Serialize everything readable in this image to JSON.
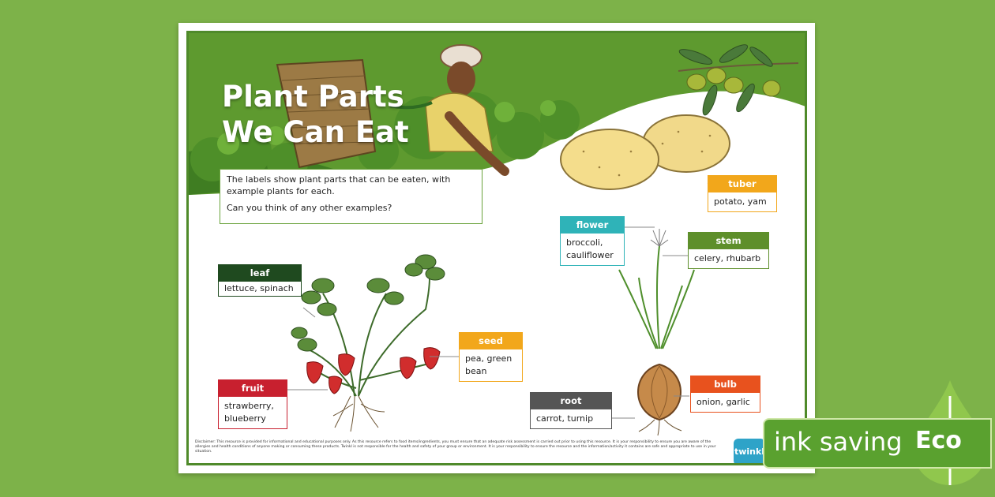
{
  "poster": {
    "title_line1": "Plant Parts",
    "title_line2": "We Can Eat",
    "info_line1": "The labels show plant parts that can be eaten, with example plants for each.",
    "info_line2": "Can you think of any other examples?",
    "disclaimer": "Disclaimer: This resource is provided for informational and educational purposes only. As this resource refers to food items/ingredients, you must ensure that an adequate risk assessment is carried out prior to using this resource. It is your responsibility to ensure you are aware of the allergies and health conditions of anyone making or consuming these products. Twinkl is not responsible for the health and safety of your group or environment. It is your responsibility to ensure the resource and the information/activity it contains are safe and appropriate to use in your situation."
  },
  "labels": {
    "leaf": {
      "title": "leaf",
      "body": "lettuce, spinach",
      "color": "#1f4a1f"
    },
    "fruit": {
      "title": "fruit",
      "body_line1": "strawberry,",
      "body_line2": "blueberry",
      "color": "#c8202f"
    },
    "seed": {
      "title": "seed",
      "body_line1": "pea, green",
      "body_line2": "bean",
      "color": "#f2a71b"
    },
    "tuber": {
      "title": "tuber",
      "body": "potato, yam",
      "color": "#f2a71b"
    },
    "flower": {
      "title": "flower",
      "body_line1": "broccoli,",
      "body_line2": "cauliflower",
      "color": "#2fb3b8"
    },
    "stem": {
      "title": "stem",
      "body": "celery, rhubarb",
      "color": "#5e8f2b"
    },
    "root": {
      "title": "root",
      "body": "carrot, turnip",
      "color": "#555555"
    },
    "bulb": {
      "title": "bulb",
      "body": "onion, garlic",
      "color": "#e8521e"
    }
  },
  "brand": {
    "logo_text": "twinkl",
    "eco_text": "ink saving",
    "eco_word": "Eco"
  }
}
